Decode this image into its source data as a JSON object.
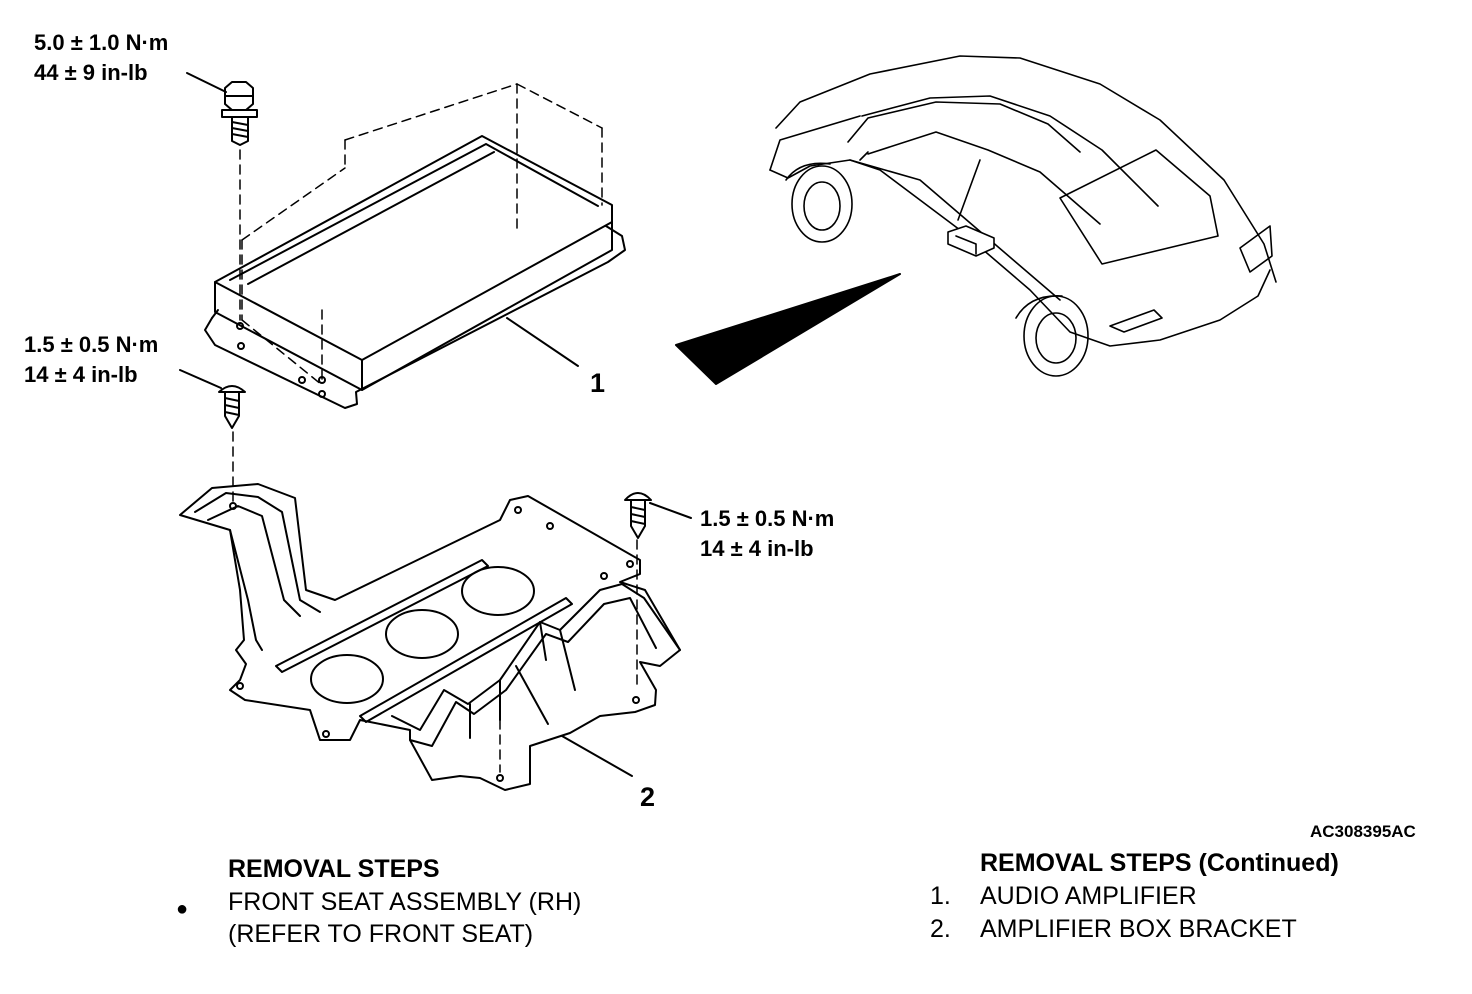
{
  "torque_labels": [
    {
      "nm": "5.0 ± 1.0 N·m",
      "inlb": "44 ± 9 in-lb"
    },
    {
      "nm": "1.5 ± 0.5 N·m",
      "inlb": "14 ± 4 in-lb"
    },
    {
      "nm": "1.5 ± 0.5 N·m",
      "inlb": "14 ± 4 in-lb"
    }
  ],
  "callouts": [
    "1",
    "2"
  ],
  "figure_id": "AC308395AC",
  "removal_steps": {
    "title": "REMOVAL STEPS",
    "bullet": "●",
    "line1": "FRONT SEAT ASSEMBLY (RH)",
    "line2": "(REFER TO  FRONT  SEAT)"
  },
  "removal_steps_continued": {
    "title": "REMOVAL STEPS (Continued)",
    "items": [
      {
        "num": "1.",
        "text": "AUDIO AMPLIFIER"
      },
      {
        "num": "2.",
        "text": "AMPLIFIER BOX BRACKET"
      }
    ]
  }
}
